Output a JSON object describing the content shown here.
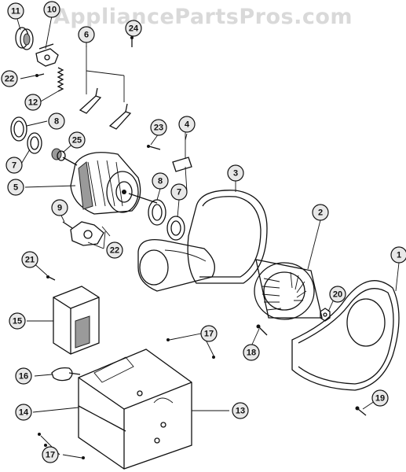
{
  "watermark": "AppliancePartsPros.com",
  "callouts": [
    {
      "id": "c11",
      "label": "11"
    },
    {
      "id": "c10",
      "label": "10"
    },
    {
      "id": "c24",
      "label": "24"
    },
    {
      "id": "c6",
      "label": "6"
    },
    {
      "id": "c22a",
      "label": "22"
    },
    {
      "id": "c12",
      "label": "12"
    },
    {
      "id": "c8a",
      "label": "8"
    },
    {
      "id": "c7a",
      "label": "7"
    },
    {
      "id": "c25",
      "label": "25"
    },
    {
      "id": "c23",
      "label": "23"
    },
    {
      "id": "c4",
      "label": "4"
    },
    {
      "id": "c3",
      "label": "3"
    },
    {
      "id": "c5",
      "label": "5"
    },
    {
      "id": "c8b",
      "label": "8"
    },
    {
      "id": "c7b",
      "label": "7"
    },
    {
      "id": "c2",
      "label": "2"
    },
    {
      "id": "c9",
      "label": "9"
    },
    {
      "id": "c22b",
      "label": "22"
    },
    {
      "id": "c1",
      "label": "1"
    },
    {
      "id": "c21",
      "label": "21"
    },
    {
      "id": "c20",
      "label": "20"
    },
    {
      "id": "c15",
      "label": "15"
    },
    {
      "id": "c18",
      "label": "18"
    },
    {
      "id": "c17a",
      "label": "17"
    },
    {
      "id": "c16",
      "label": "16"
    },
    {
      "id": "c19",
      "label": "19"
    },
    {
      "id": "c14",
      "label": "14"
    },
    {
      "id": "c13",
      "label": "13"
    },
    {
      "id": "c17b",
      "label": "17"
    }
  ]
}
